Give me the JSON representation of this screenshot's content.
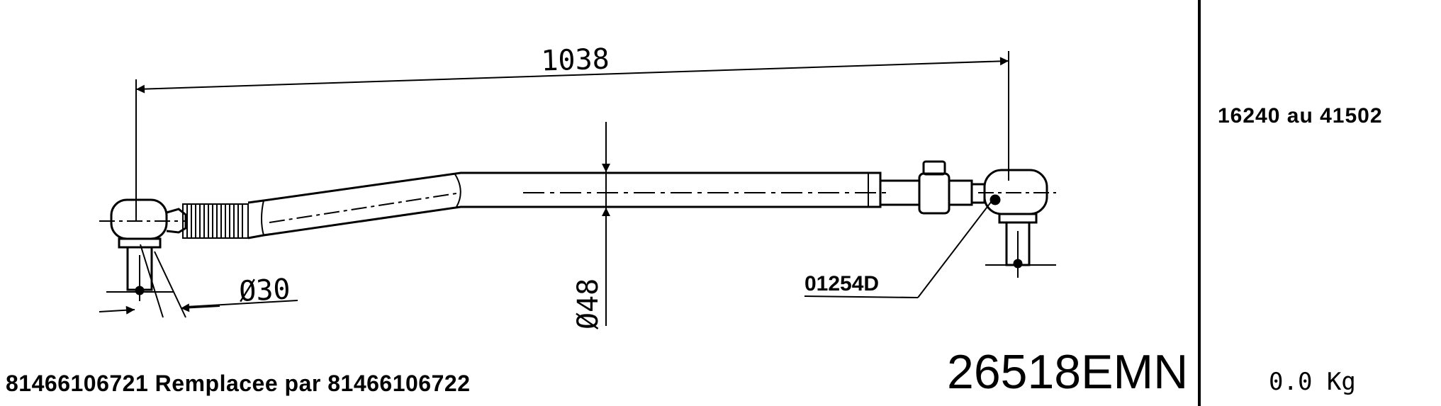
{
  "drawing": {
    "overall_length": "1038",
    "thread_diameter": "Ø30",
    "tube_diameter": "Ø48",
    "clamp_ref": "01254D"
  },
  "info": {
    "range": "16240 au 41502",
    "weight": "0.0 Kg"
  },
  "footer": {
    "replacement_note": "81466106721 Remplacee par 81466106722",
    "part_number": "26518EMN"
  },
  "colors": {
    "ink": "#000000",
    "paper": "#ffffff"
  }
}
